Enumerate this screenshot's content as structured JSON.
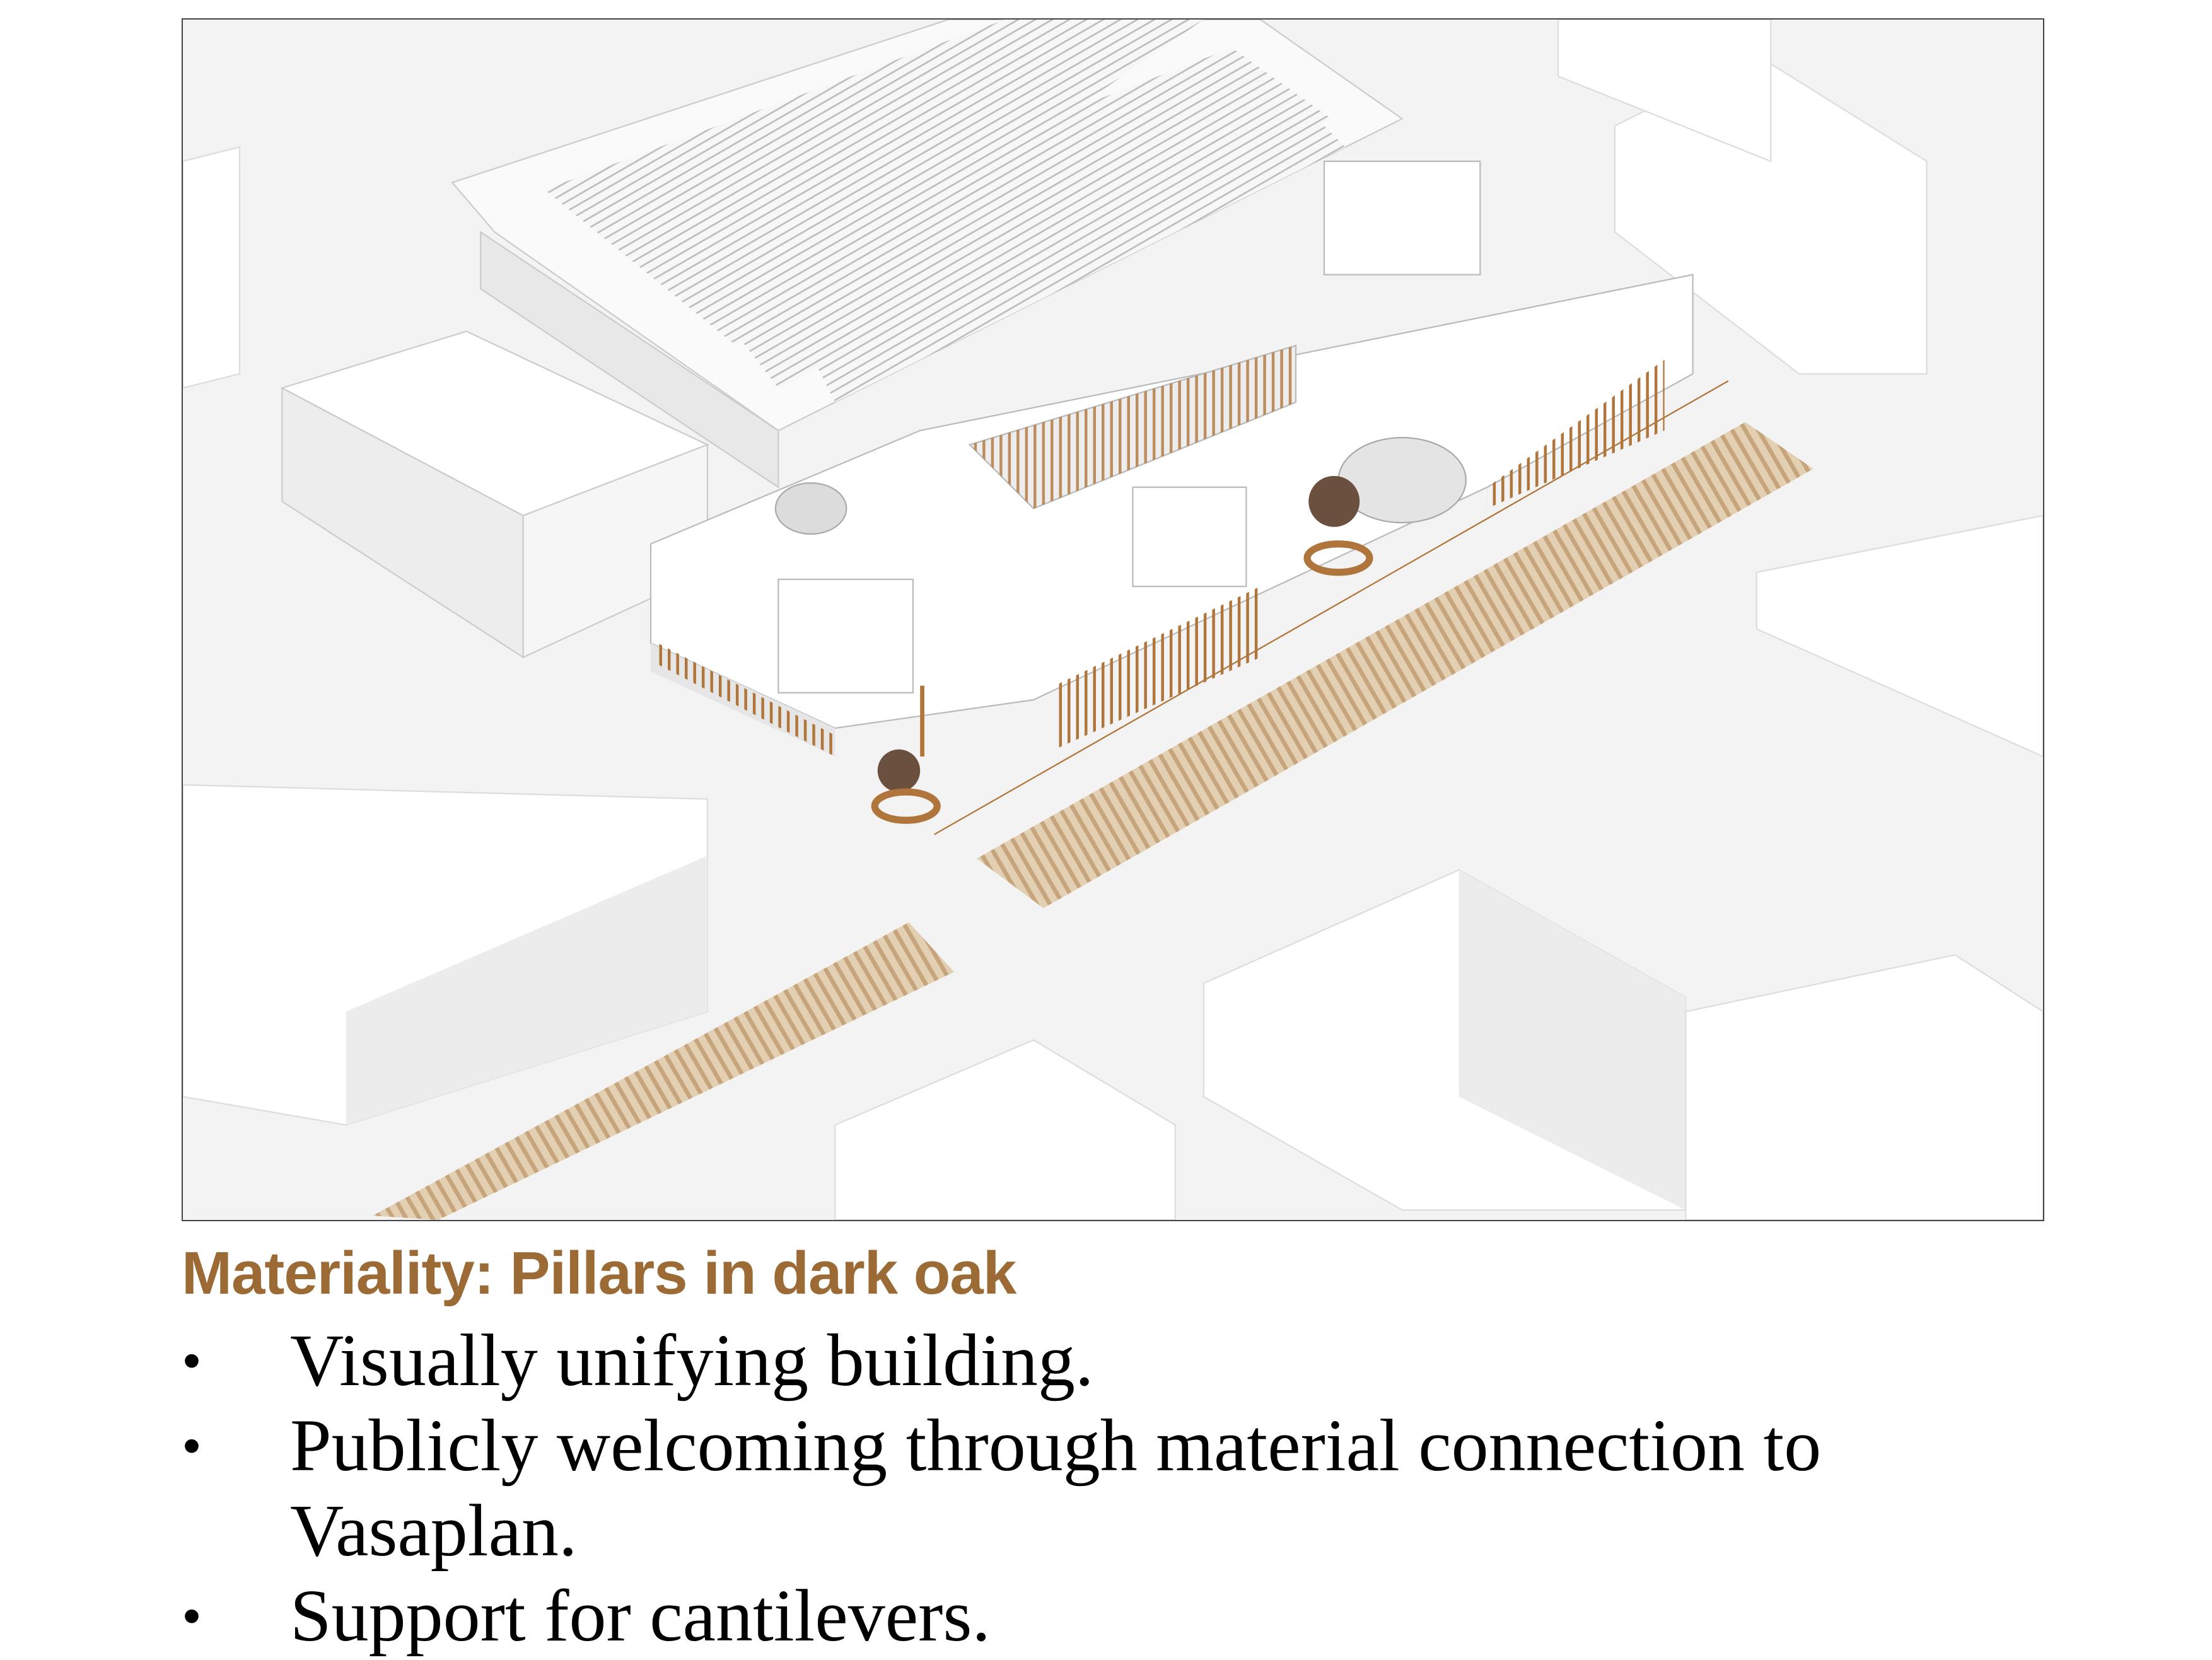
{
  "title": "Materiality: Pillars in dark oak",
  "bullets": [
    "Visually unifying building.",
    "Publicly welcoming through material connection to Vasaplan.",
    "Support for cantilevers."
  ],
  "bullet_symbol": "•",
  "colors": {
    "title": "#9c6b35",
    "oak": "#b0753a",
    "pergola": "#d9c2a2",
    "ground": "#f3f3f3",
    "building": "#ffffff"
  }
}
